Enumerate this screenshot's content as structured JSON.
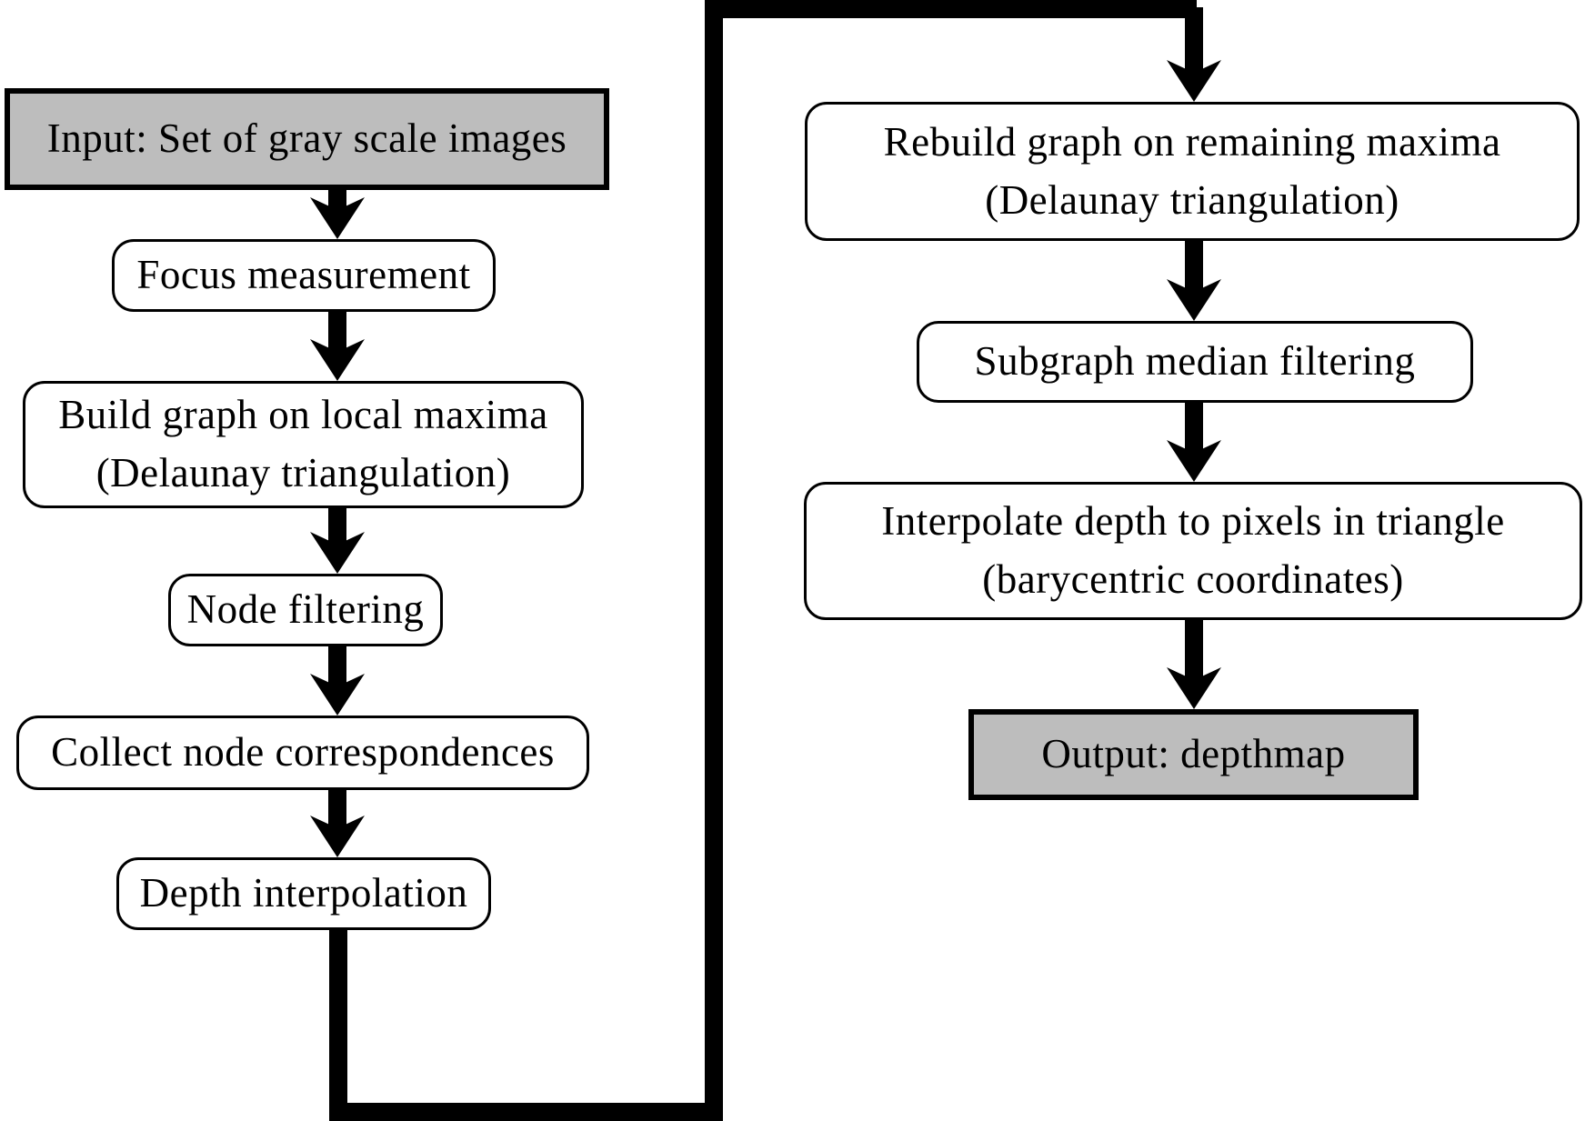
{
  "diagram": {
    "type": "flowchart",
    "colors": {
      "terminal_fill": "#bdbdbd",
      "process_fill": "#ffffff",
      "stroke": "#000000",
      "text": "#000000",
      "background": "#ffffff"
    },
    "nodes": {
      "input": {
        "label": "Input: Set of gray scale images",
        "shape": "terminal"
      },
      "focus_measurement": {
        "label": "Focus measurement",
        "shape": "process"
      },
      "build_graph": {
        "label": "Build graph on local maxima\n(Delaunay triangulation)",
        "shape": "process"
      },
      "node_filtering": {
        "label": "Node filtering",
        "shape": "process"
      },
      "collect_correspondences": {
        "label": "Collect node correspondences",
        "shape": "process"
      },
      "depth_interpolation": {
        "label": "Depth interpolation",
        "shape": "process"
      },
      "rebuild_graph": {
        "label": "Rebuild graph on remaining maxima\n(Delaunay triangulation)",
        "shape": "process"
      },
      "subgraph_median": {
        "label": "Subgraph median filtering",
        "shape": "process"
      },
      "interpolate_depth": {
        "label": "Interpolate depth to pixels in triangle\n(barycentric coordinates)",
        "shape": "process"
      },
      "output": {
        "label": "Output: depthmap",
        "shape": "terminal"
      }
    },
    "edges": [
      {
        "from": "input",
        "to": "focus_measurement"
      },
      {
        "from": "focus_measurement",
        "to": "build_graph"
      },
      {
        "from": "build_graph",
        "to": "node_filtering"
      },
      {
        "from": "node_filtering",
        "to": "collect_correspondences"
      },
      {
        "from": "collect_correspondences",
        "to": "depth_interpolation"
      },
      {
        "from": "depth_interpolation",
        "to": "rebuild_graph"
      },
      {
        "from": "rebuild_graph",
        "to": "subgraph_median"
      },
      {
        "from": "subgraph_median",
        "to": "interpolate_depth"
      },
      {
        "from": "interpolate_depth",
        "to": "output"
      }
    ]
  }
}
